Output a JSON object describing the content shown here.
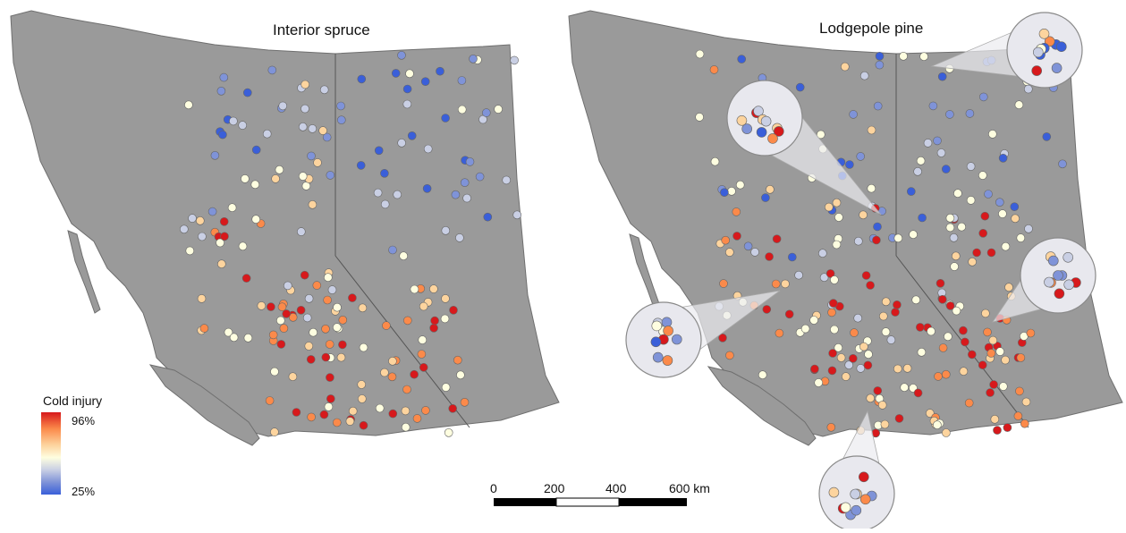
{
  "panels": [
    {
      "title": "Interior spruce"
    },
    {
      "title": "Lodgepole pine"
    }
  ],
  "legend": {
    "title": "Cold injury",
    "max_label": "96%",
    "min_label": "25%",
    "colors": [
      "#d7191c",
      "#fb8a4a",
      "#fdd49e",
      "#fefee0",
      "#c9cfe4",
      "#7f93d8",
      "#3a5fd9"
    ]
  },
  "scale_bar": {
    "labels": [
      "0",
      "200",
      "400",
      "600 km"
    ]
  },
  "colors": {
    "land": "#9a9a9a",
    "border": "#555555",
    "inset_fill": "#e8e8ee",
    "inset_stroke": "#8a8a8a"
  }
}
